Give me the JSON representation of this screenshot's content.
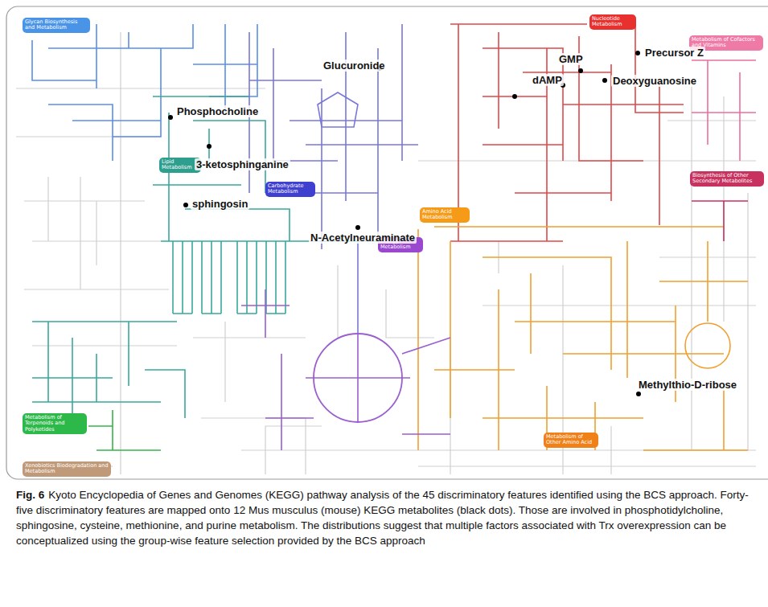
{
  "diagram": {
    "caption": "Kyoto Encyclopedia of Genes and Genomes (KEGG) pathway analysis of the 45 discriminatory features identified using the BCS approach. Forty-five discriminatory features are mapped onto 12 Mus musculus (mouse) KEGG metabolites (black dots). Those are involved in phosphotidylcholine, sphingosine, cysteine, methionine, and purine metabolism. The distributions suggest that multiple factors associated with Trx overexpression can be conceptualized using the group-wise feature selection provided by the BCS approach",
    "nodes": [
      {
        "text": [
          "Glycan Biosynthesis and Metabolism"
        ]
      },
      {
        "text": [
          "Nucleotide Metabolism"
        ]
      },
      {
        "text": [
          "Metabolism of Cofactors and Vitamins"
        ]
      },
      {
        "text": [
          "Lipid Metabolism"
        ]
      },
      {
        "text": [
          "Carbohydrate Metabolism"
        ]
      },
      {
        "text": [
          "Biosynthesis of Other Secondary Metabolites"
        ]
      },
      {
        "text": [
          "Amino Acid Metabolism"
        ]
      },
      {
        "text": [
          "Energy Metabolism"
        ]
      },
      {
        "text": [
          "Metabolism of Terpenoids and Polyketides"
        ]
      },
      {
        "text": [
          "Metabolism of Other Amino Acid"
        ]
      },
      {
        "text": [
          "Xenobiotics Biodegradation and Metabolism"
        ]
      }
    ],
    "labels": [
      "Precursor Z",
      "GMP",
      "Glucuronide",
      "dAMP",
      "Deoxyguanosine",
      "Phosphocholine",
      "3-ketosphinganine",
      "sphingosin",
      "N-Acetylneuraminate",
      "Methylthio-D-ribose",
      "Fig. 6"
    ]
  }
}
